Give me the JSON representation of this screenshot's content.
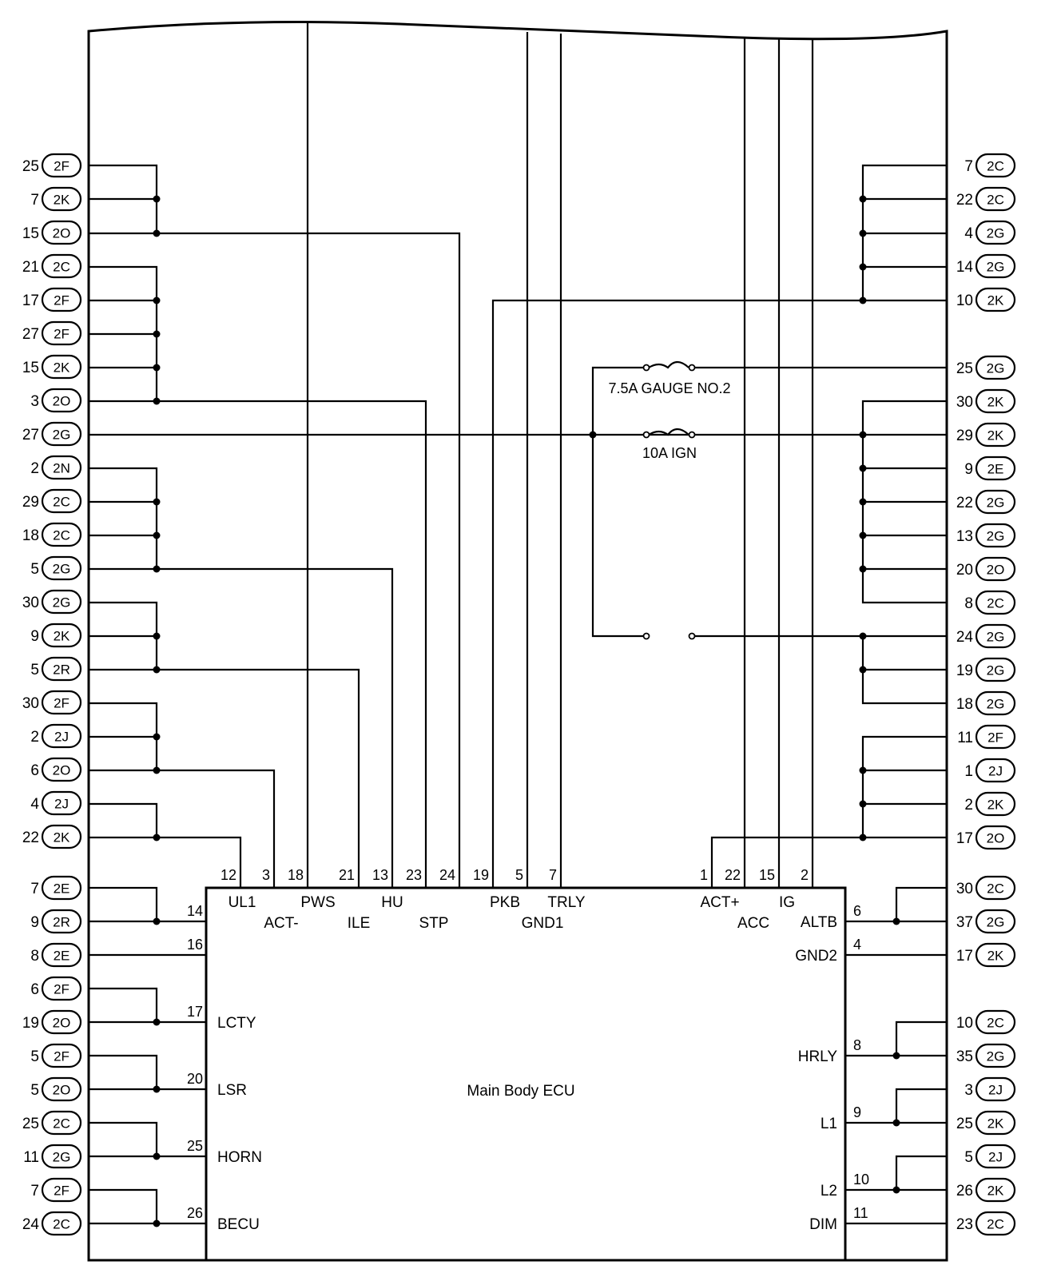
{
  "ecu_name": "Main Body ECU",
  "left_connectors": [
    {
      "pin": "25",
      "conn": "2F"
    },
    {
      "pin": "7",
      "conn": "2K"
    },
    {
      "pin": "15",
      "conn": "2O"
    },
    {
      "pin": "21",
      "conn": "2C"
    },
    {
      "pin": "17",
      "conn": "2F"
    },
    {
      "pin": "27",
      "conn": "2F"
    },
    {
      "pin": "15",
      "conn": "2K"
    },
    {
      "pin": "3",
      "conn": "2O"
    },
    {
      "pin": "27",
      "conn": "2G"
    },
    {
      "pin": "2",
      "conn": "2N"
    },
    {
      "pin": "29",
      "conn": "2C"
    },
    {
      "pin": "18",
      "conn": "2C"
    },
    {
      "pin": "5",
      "conn": "2G"
    },
    {
      "pin": "30",
      "conn": "2G"
    },
    {
      "pin": "9",
      "conn": "2K"
    },
    {
      "pin": "5",
      "conn": "2R"
    },
    {
      "pin": "30",
      "conn": "2F"
    },
    {
      "pin": "2",
      "conn": "2J"
    },
    {
      "pin": "6",
      "conn": "2O"
    },
    {
      "pin": "4",
      "conn": "2J"
    },
    {
      "pin": "22",
      "conn": "2K"
    },
    {
      "pin": "7",
      "conn": "2E"
    },
    {
      "pin": "9",
      "conn": "2R"
    },
    {
      "pin": "8",
      "conn": "2E"
    },
    {
      "pin": "6",
      "conn": "2F"
    },
    {
      "pin": "19",
      "conn": "2O"
    },
    {
      "pin": "5",
      "conn": "2F"
    },
    {
      "pin": "5",
      "conn": "2O"
    },
    {
      "pin": "25",
      "conn": "2C"
    },
    {
      "pin": "11",
      "conn": "2G"
    },
    {
      "pin": "7",
      "conn": "2F"
    },
    {
      "pin": "24",
      "conn": "2C"
    }
  ],
  "right_connectors": [
    {
      "pin": "7",
      "conn": "2C"
    },
    {
      "pin": "22",
      "conn": "2C"
    },
    {
      "pin": "4",
      "conn": "2G"
    },
    {
      "pin": "14",
      "conn": "2G"
    },
    {
      "pin": "10",
      "conn": "2K"
    },
    {
      "pin": "25",
      "conn": "2G"
    },
    {
      "pin": "30",
      "conn": "2K"
    },
    {
      "pin": "29",
      "conn": "2K"
    },
    {
      "pin": "9",
      "conn": "2E"
    },
    {
      "pin": "22",
      "conn": "2G"
    },
    {
      "pin": "13",
      "conn": "2G"
    },
    {
      "pin": "20",
      "conn": "2O"
    },
    {
      "pin": "8",
      "conn": "2C"
    },
    {
      "pin": "24",
      "conn": "2G"
    },
    {
      "pin": "19",
      "conn": "2G"
    },
    {
      "pin": "18",
      "conn": "2G"
    },
    {
      "pin": "11",
      "conn": "2F"
    },
    {
      "pin": "1",
      "conn": "2J"
    },
    {
      "pin": "2",
      "conn": "2K"
    },
    {
      "pin": "17",
      "conn": "2O"
    },
    {
      "pin": "30",
      "conn": "2C"
    },
    {
      "pin": "37",
      "conn": "2G"
    },
    {
      "pin": "17",
      "conn": "2K"
    },
    {
      "pin": "10",
      "conn": "2C"
    },
    {
      "pin": "35",
      "conn": "2G"
    },
    {
      "pin": "3",
      "conn": "2J"
    },
    {
      "pin": "25",
      "conn": "2K"
    },
    {
      "pin": "5",
      "conn": "2J"
    },
    {
      "pin": "26",
      "conn": "2K"
    },
    {
      "pin": "23",
      "conn": "2C"
    }
  ],
  "top_pins": [
    {
      "num": "12",
      "signal": "UL1"
    },
    {
      "num": "3",
      "signal": "ACT-"
    },
    {
      "num": "18",
      "signal": "PWS"
    },
    {
      "num": "21",
      "signal": "ILE"
    },
    {
      "num": "13",
      "signal": "HU"
    },
    {
      "num": "23",
      "signal": "STP"
    },
    {
      "num": "24",
      "signal": ""
    },
    {
      "num": "19",
      "signal": "PKB"
    },
    {
      "num": "5",
      "signal": "GND1"
    },
    {
      "num": "7",
      "signal": "TRLY"
    },
    {
      "num": "1",
      "signal": "ACT+"
    },
    {
      "num": "22",
      "signal": "ACC"
    },
    {
      "num": "15",
      "signal": "IG"
    },
    {
      "num": "2",
      "signal": ""
    }
  ],
  "left_pins": [
    {
      "num": "14",
      "signal": ""
    },
    {
      "num": "16",
      "signal": ""
    },
    {
      "num": "17",
      "signal": "LCTY"
    },
    {
      "num": "20",
      "signal": "LSR"
    },
    {
      "num": "25",
      "signal": "HORN"
    },
    {
      "num": "26",
      "signal": "BECU"
    }
  ],
  "right_pins": [
    {
      "num": "6",
      "signal": "ALTB"
    },
    {
      "num": "4",
      "signal": "GND2"
    },
    {
      "num": "8",
      "signal": "HRLY"
    },
    {
      "num": "9",
      "signal": "L1"
    },
    {
      "num": "10",
      "signal": "L2"
    },
    {
      "num": "11",
      "signal": "DIM"
    }
  ],
  "fuses": [
    {
      "label": "7.5A GAUGE NO.2"
    },
    {
      "label": "10A IGN"
    }
  ]
}
